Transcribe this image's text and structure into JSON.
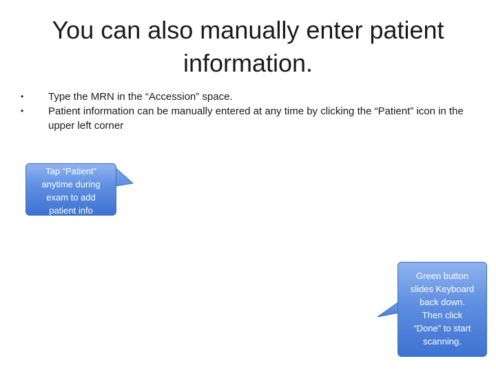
{
  "slide": {
    "title": "You can also manually enter patient information.",
    "bullets": [
      "Type the MRN in the “Accession” space.",
      "Patient information can be manually entered at any time by clicking the “Patient” icon in the upper left corner"
    ],
    "bullet_glyph": "•"
  },
  "callouts": [
    {
      "text": "Tap “Patient”\nanytime during\nexam to add\npatient info"
    },
    {
      "text": "Green button\nslides Keyboard\nback down.\nThen click\n“Done” to start\nscanning."
    }
  ],
  "colors": {
    "callout_top": "#8fb3f0",
    "callout_bottom": "#3e73d0",
    "callout_border": "#3f6fbf",
    "callout_text": "#ffffff"
  }
}
